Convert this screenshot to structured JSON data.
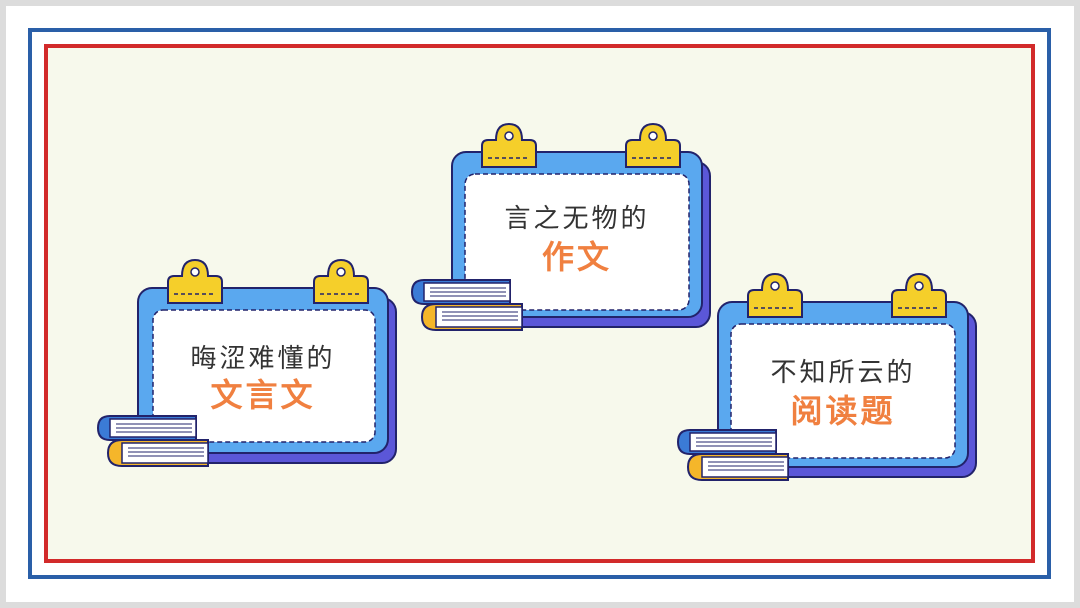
{
  "colors": {
    "border_outer": "#2a5fa8",
    "border_inner": "#d22a2a",
    "background": "#f7f9ec",
    "card_frame": "#5aa8ef",
    "card_shadow": "#5b57d8",
    "clip": "#f5cf2a",
    "highlight": "#f08040"
  },
  "cards": [
    {
      "line1": "晦涩难懂的",
      "line2": "文言文"
    },
    {
      "line1": "言之无物的",
      "line2": "作文"
    },
    {
      "line1": "不知所云的",
      "line2": "阅读题"
    }
  ],
  "icons": [
    "clip-icon",
    "book-stack-icon"
  ]
}
